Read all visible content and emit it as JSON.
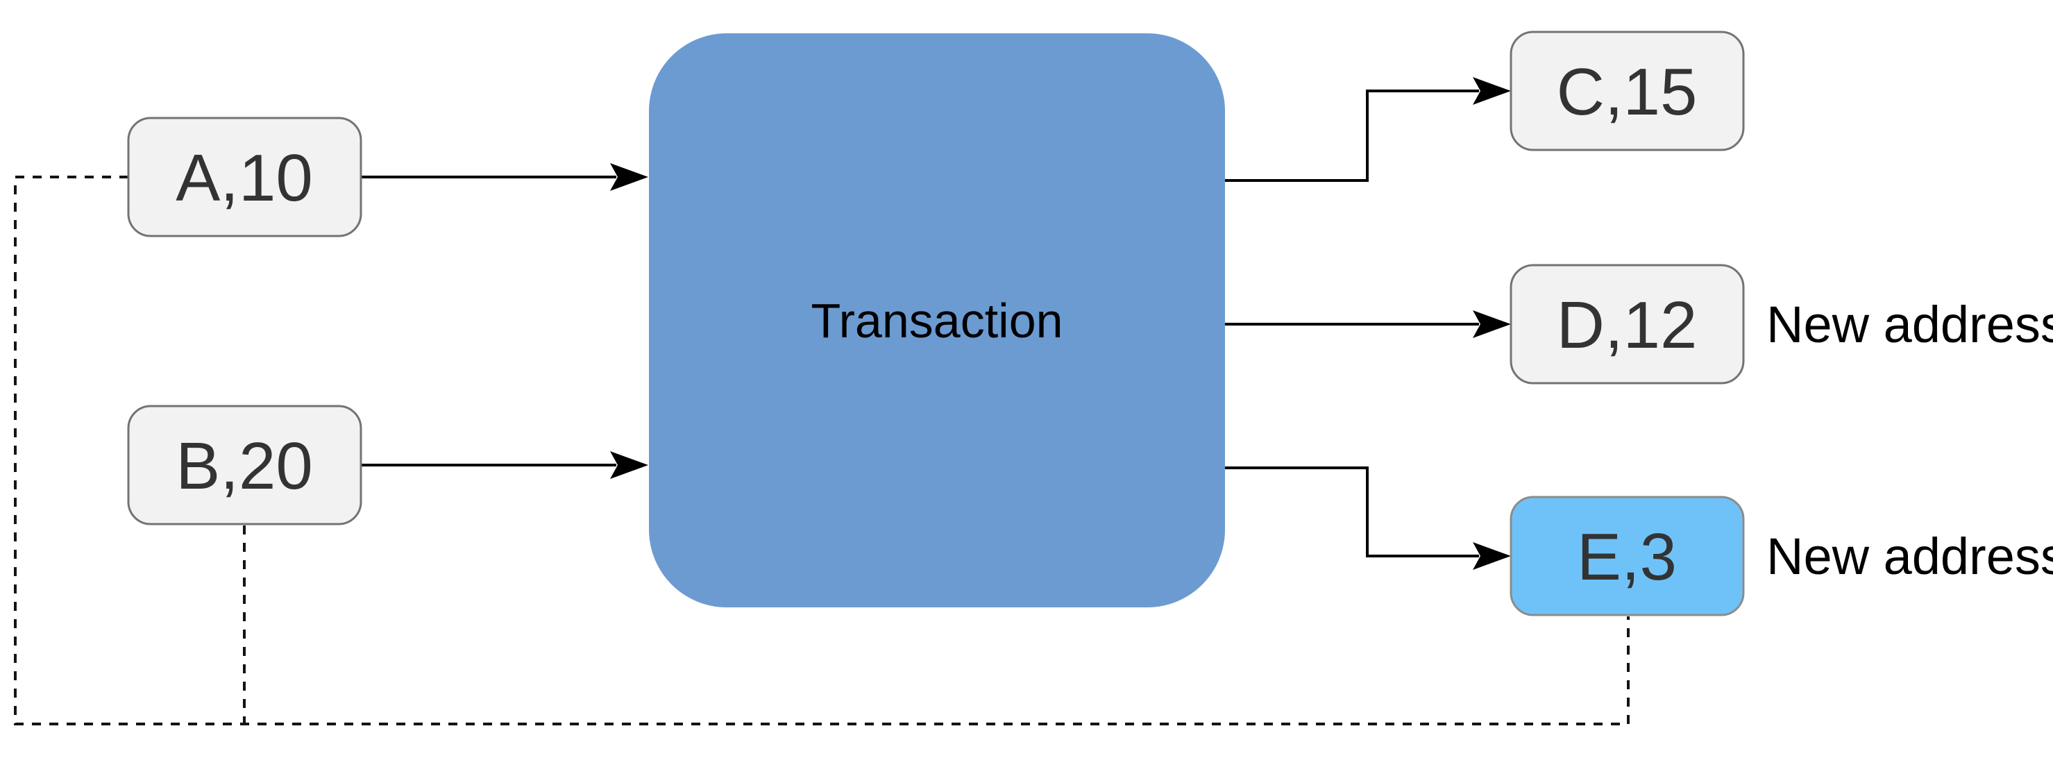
{
  "diagram": {
    "transaction": {
      "label": "Transaction"
    },
    "inputs": [
      {
        "id": "A",
        "label": "A,10"
      },
      {
        "id": "B",
        "label": "B,20"
      }
    ],
    "outputs": [
      {
        "id": "C",
        "label": "C,15"
      },
      {
        "id": "D",
        "label": "D,12",
        "annotation": "New address"
      },
      {
        "id": "E",
        "label": "E,3",
        "annotation": "New address",
        "highlighted": true
      }
    ],
    "edges": [
      {
        "from": "A",
        "to": "Transaction",
        "style": "solid-arrow"
      },
      {
        "from": "B",
        "to": "Transaction",
        "style": "solid-arrow"
      },
      {
        "from": "Transaction",
        "to": "C",
        "style": "solid-arrow"
      },
      {
        "from": "Transaction",
        "to": "D",
        "style": "solid-arrow"
      },
      {
        "from": "Transaction",
        "to": "E",
        "style": "solid-arrow"
      },
      {
        "from": "A",
        "to": "E",
        "style": "dashed-link"
      },
      {
        "from": "B",
        "to": "E",
        "style": "dashed-link"
      }
    ],
    "colors": {
      "transaction_fill": "#6c9bd2",
      "highlight_fill": "#6fc2f8",
      "node_fill": "#f2f2f2",
      "node_stroke": "#737373",
      "edge": "#000000",
      "node_text": "#333333",
      "annotation_text": "#000000"
    }
  }
}
